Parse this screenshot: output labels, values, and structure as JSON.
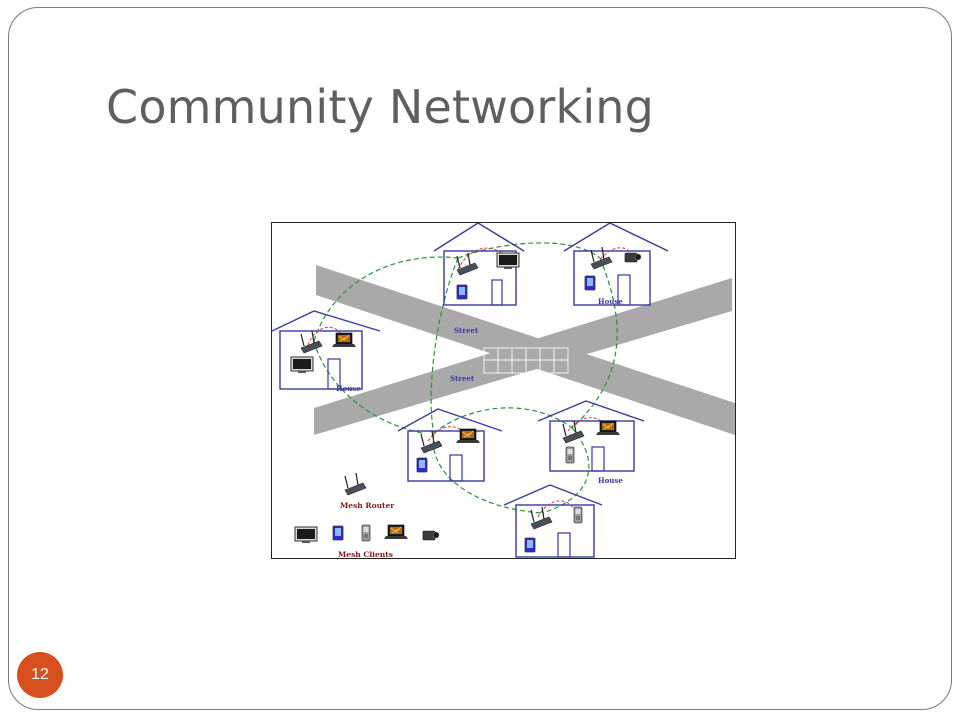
{
  "slide": {
    "title": "Community Networking",
    "page_number": "12"
  },
  "diagram": {
    "street_labels": [
      "Street",
      "Street"
    ],
    "house_labels": [
      "House",
      "House",
      "House"
    ],
    "legend": {
      "router_label": "Mesh Router",
      "clients_label": "Mesh Clients"
    },
    "colors": {
      "house_outline": "#3a3aa0",
      "street": "#a9a9a9",
      "mesh_link": "#2f8f3a",
      "client_link": "#d23c3c",
      "label": "#7a1c1c"
    }
  }
}
